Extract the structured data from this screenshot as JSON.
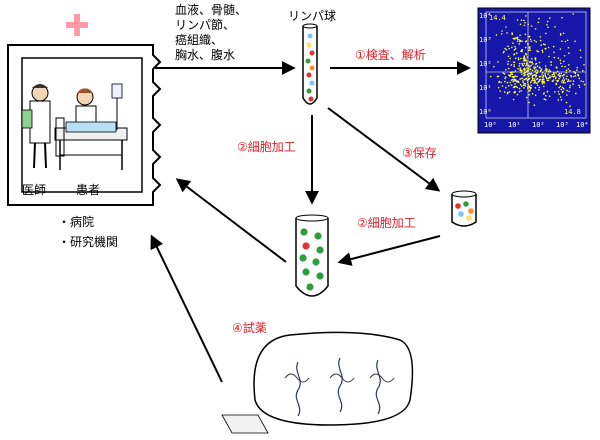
{
  "hospital": {
    "doctor_label": "医師",
    "patient_label": "患者",
    "facilities": [
      "・病院",
      "・研究機関"
    ]
  },
  "samples": {
    "lines": [
      "血液、骨髄、",
      "リンパ節、",
      "癌組織、",
      "胸水、腹水"
    ]
  },
  "lymphocyte_label": "リンパ球",
  "steps": {
    "analysis": "①検査、解析",
    "culture_a": "②細胞加工",
    "culture_b": "②細胞加工",
    "storage": "③保存",
    "reagent": "④試薬"
  },
  "flow_plot": {
    "quadrant_top_left": "14.4",
    "quadrant_bottom_right": "14.8",
    "x_ticks": [
      "10⁰",
      "10¹",
      "10²",
      "10³",
      "10⁴"
    ],
    "y_ticks": [
      "10⁴",
      "10³",
      "10²",
      "10¹",
      "10⁰"
    ]
  },
  "colors": {
    "red_accent": "#e0202c",
    "plot_bg": "#1616a8",
    "plot_dots": "#ffff40",
    "tube_green": "#2e9e3a",
    "arrow": "#000000"
  }
}
